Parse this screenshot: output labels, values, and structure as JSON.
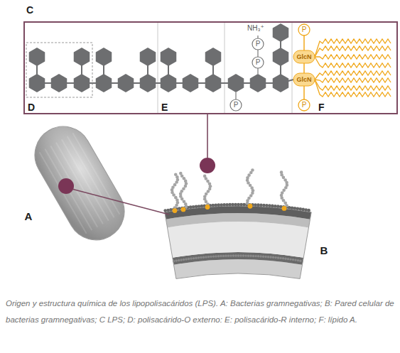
{
  "diagram": {
    "caption": "Origen y estructura química de los lipopolisacáridos (LPS). A: Bacterias gramnegativas; B: Pared celular de bacterias gramnegativas; C LPS; D: polisacárido-O externo: E: polisacárido-R interno; F: lípido A.",
    "nodes": [
      {
        "text": [
          "C"
        ]
      },
      {
        "text": [
          "D"
        ],
        "in": 0
      },
      {
        "text": [
          "E"
        ],
        "in": 0
      },
      {
        "text": [
          "F"
        ],
        "in": 0
      }
    ],
    "labels": [
      "NH₃⁺",
      "P",
      "P",
      "P",
      "P",
      "GlcN",
      "GlcN",
      "P",
      "A",
      "B"
    ]
  }
}
